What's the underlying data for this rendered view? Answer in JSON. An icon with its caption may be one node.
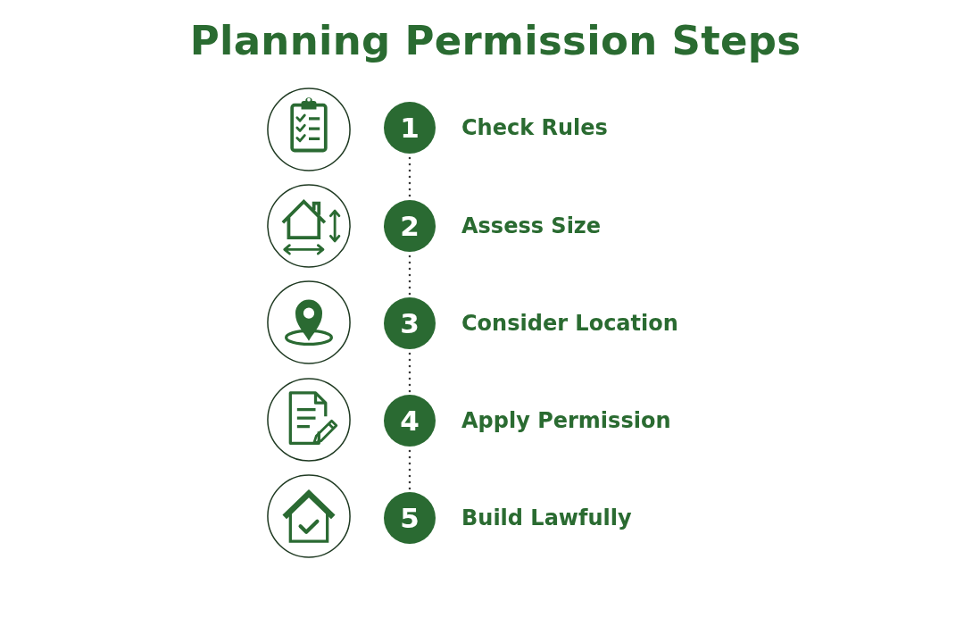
{
  "diagram": {
    "title": "Planning Permission Steps",
    "nodes": [
      {
        "text": [],
        "shape": "picture"
      },
      {
        "text": [
          "1"
        ],
        "beside": [
          "Check Rules"
        ]
      },
      {
        "text": [],
        "shape": "picture"
      },
      {
        "text": [
          "2"
        ],
        "beside": [
          "Assess Size"
        ]
      },
      {
        "text": [],
        "shape": "picture"
      },
      {
        "text": [
          "3"
        ],
        "beside": [
          "Consider Location"
        ]
      },
      {
        "text": [],
        "shape": "picture"
      },
      {
        "text": [
          "4"
        ],
        "beside": [
          "Apply Permission"
        ]
      },
      {
        "text": [],
        "shape": "picture"
      },
      {
        "text": [
          "5"
        ],
        "beside": [
          "Build Lawfully"
        ]
      }
    ],
    "edges": [
      {
        "from": 1,
        "to": 3,
        "arrow": "none",
        "style": "dashed"
      },
      {
        "from": 3,
        "to": 5,
        "arrow": "none",
        "style": "dashed"
      },
      {
        "from": 5,
        "to": 7,
        "arrow": "none",
        "style": "dashed"
      },
      {
        "from": 7,
        "to": 9,
        "arrow": "none",
        "style": "dashed"
      }
    ]
  }
}
